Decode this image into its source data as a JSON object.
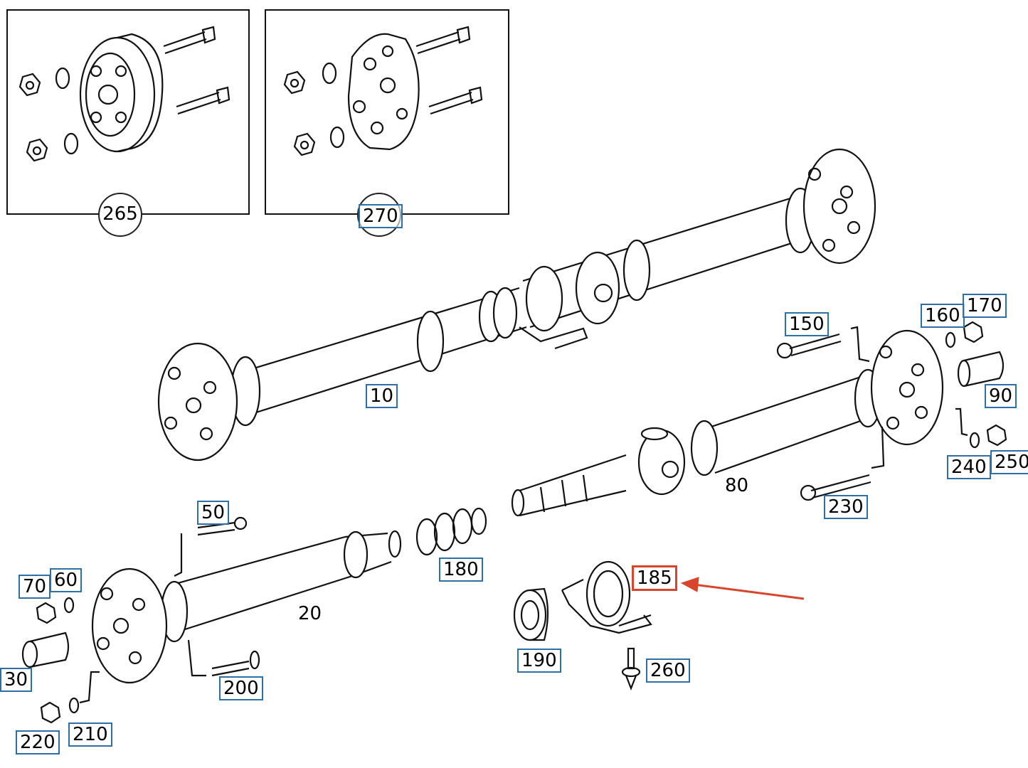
{
  "highlight": {
    "part": "185",
    "color": "#d9452b"
  },
  "label_box_color": "#2f6fa8",
  "callouts": {
    "p10": "10",
    "p20": "20",
    "p30": "30",
    "p50": "50",
    "p60": "60",
    "p70": "70",
    "p80": "80",
    "p90": "90",
    "p150": "150",
    "p160": "160",
    "p170": "170",
    "p180": "180",
    "p185": "185",
    "p190": "190",
    "p200": "200",
    "p210": "210",
    "p220": "220",
    "p230": "230",
    "p240": "240",
    "p250": "250",
    "p260": "260",
    "p265": "265",
    "p270": "270"
  }
}
